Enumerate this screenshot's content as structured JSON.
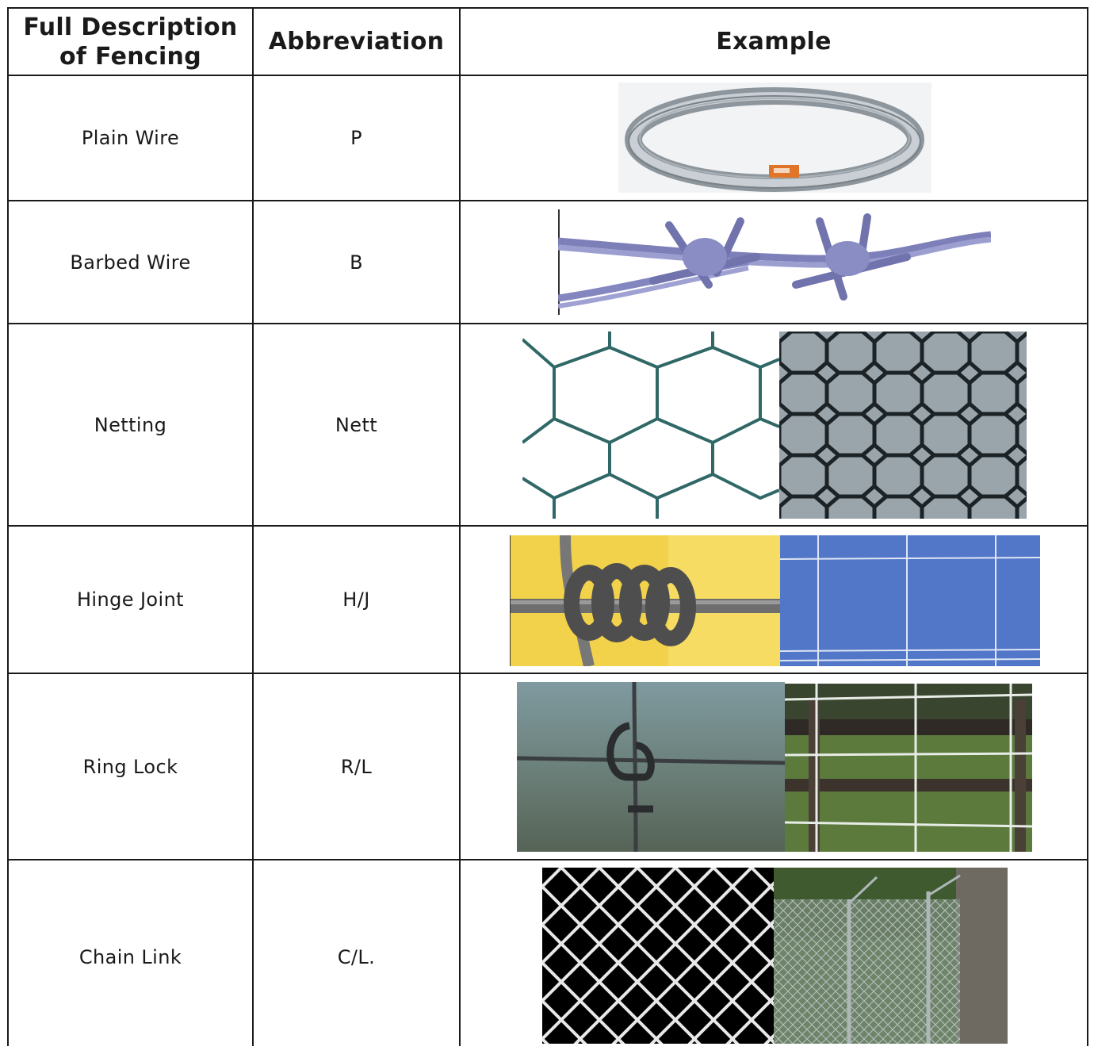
{
  "headers": {
    "description": "Full Description of Fencing",
    "abbreviation": "Abbreviation",
    "example": "Example"
  },
  "rows": [
    {
      "description": "Plain Wire",
      "abbreviation": "P",
      "images": [
        "plain-wire-coil-photo"
      ]
    },
    {
      "description": "Barbed Wire",
      "abbreviation": "B",
      "images": [
        "barbed-wire-photo"
      ]
    },
    {
      "description": "Netting",
      "abbreviation": "Nett",
      "images": [
        "hexagonal-netting-white-bg-photo",
        "hexagonal-netting-grey-bg-photo"
      ]
    },
    {
      "description": "Hinge Joint",
      "abbreviation": "H/J",
      "images": [
        "hinge-joint-knot-photo",
        "hinge-joint-grid-sky-photo"
      ]
    },
    {
      "description": "Ring Lock",
      "abbreviation": "R/L",
      "images": [
        "ring-lock-knot-photo",
        "ring-lock-fence-field-photo"
      ]
    },
    {
      "description": "Chain Link",
      "abbreviation": "C/L.",
      "images": [
        "chain-link-black-bg-photo",
        "chain-link-fence-outdoor-photo"
      ]
    }
  ],
  "colors": {
    "border": "#1a1a1a",
    "text": "#1a1a1a"
  }
}
